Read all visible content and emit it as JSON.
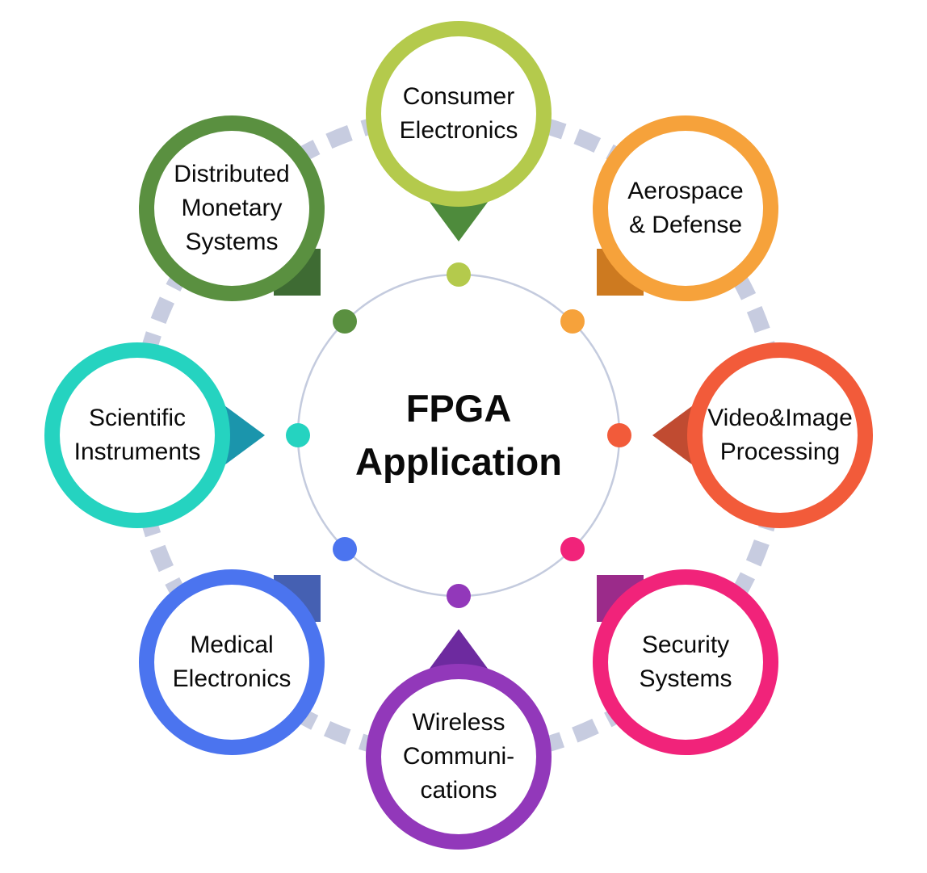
{
  "center": {
    "title": "FPGA\nApplication"
  },
  "styles": {
    "background": "#ffffff",
    "text_color": "#0a0a0a",
    "connector_dash_color": "#c7cce0",
    "hub_circle_color": "#c4cbde"
  },
  "nodes": [
    {
      "name": "consumer-electronics",
      "label": "Consumer\nElectronics",
      "position": "top",
      "ring_color": "#b4ca4c",
      "pointer_color": "#4e8b3c"
    },
    {
      "name": "aerospace-defense",
      "label": "Aerospace\n& Defense",
      "position": "top-right",
      "ring_color": "#f6a23b",
      "pointer_color": "#cd7a20"
    },
    {
      "name": "video-image-processing",
      "label": "Video&Image\nProcessing",
      "position": "right",
      "ring_color": "#f25b3a",
      "pointer_color": "#c04b31"
    },
    {
      "name": "security-systems",
      "label": "Security\nSystems",
      "position": "bottom-right",
      "ring_color": "#f1237a",
      "pointer_color": "#9b2b8a"
    },
    {
      "name": "wireless-communications",
      "label": "Wireless\nCommuni-\ncations",
      "position": "bottom",
      "ring_color": "#9238ba",
      "pointer_color": "#6d2a9f"
    },
    {
      "name": "medical-electronics",
      "label": "Medical\nElectronics",
      "position": "bottom-left",
      "ring_color": "#4b74ef",
      "pointer_color": "#4560b2"
    },
    {
      "name": "scientific-instruments",
      "label": "Scientific\nInstruments",
      "position": "left",
      "ring_color": "#25d3c0",
      "pointer_color": "#1b95ac"
    },
    {
      "name": "distributed-monetary-systems",
      "label": "Distributed\nMonetary\nSystems",
      "position": "top-left",
      "ring_color": "#5a9040",
      "pointer_color": "#3e6b33"
    }
  ]
}
